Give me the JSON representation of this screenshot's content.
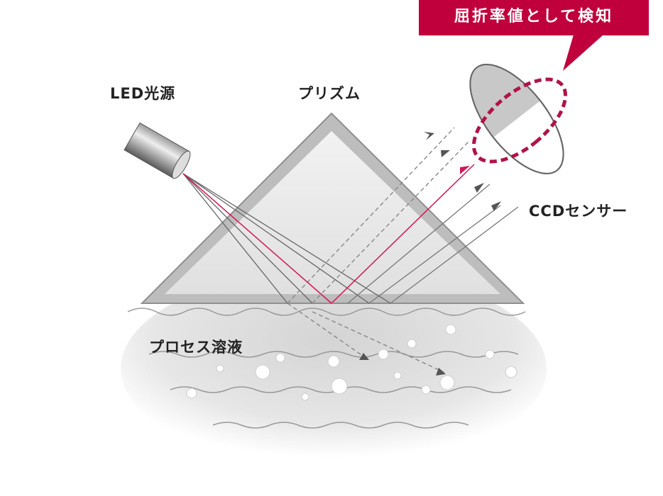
{
  "callout": {
    "text": "屈折率値として検知"
  },
  "labels": {
    "led": "LED光源",
    "prism": "プリズム",
    "sensor": "CCDセンサー",
    "solution": "プロセス溶液"
  },
  "colors": {
    "accent": "#c0003c",
    "ray": "#555555",
    "prism": "#9a9a9a"
  }
}
